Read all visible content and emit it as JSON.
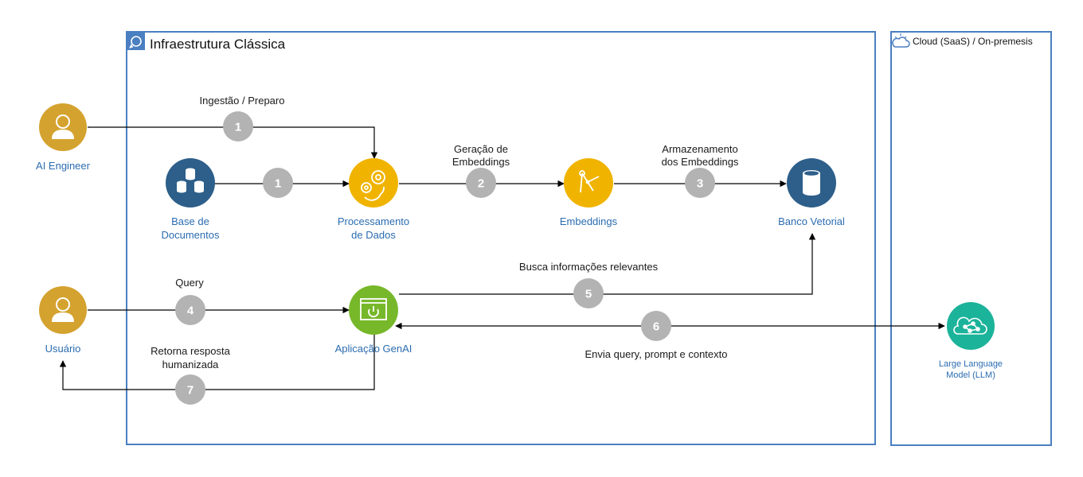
{
  "groups": {
    "classic": {
      "title": "Infraestrutura Clássica",
      "icon": "refresh-icon"
    },
    "cloud": {
      "title": "Cloud (SaaS) / On-premesis",
      "icon": "cloud-icon"
    }
  },
  "nodes": {
    "ai_engineer": {
      "label": "AI Engineer",
      "icon": "user-icon",
      "color": "#d4a22e"
    },
    "usuario": {
      "label": "Usuário",
      "icon": "user-icon",
      "color": "#d4a22e"
    },
    "base_documentos": {
      "line1": "Base de",
      "line2": "Documentos",
      "icon": "database-icon",
      "color": "#2d5f8a"
    },
    "processamento": {
      "line1": "Processamento",
      "line2": "de Dados",
      "icon": "gears-icon",
      "color": "#f0b400"
    },
    "embeddings": {
      "label": "Embeddings",
      "icon": "compass-icon",
      "color": "#f0b400"
    },
    "banco_vetorial": {
      "label": "Banco Vetorial",
      "icon": "database-icon",
      "color": "#2d5f8a"
    },
    "aplicacao": {
      "label": "Aplicação GenAI",
      "icon": "app-window-icon",
      "color": "#77b82a"
    },
    "llm": {
      "line1": "Large Language",
      "line2": "Model (LLM)",
      "icon": "neural-cloud-icon",
      "color": "#1bb39a"
    }
  },
  "edges": {
    "ingestao": {
      "label": "Ingestão / Preparo",
      "step": "1"
    },
    "docs_to_proc": {
      "step": "1"
    },
    "geracao": {
      "line1": "Geração de",
      "line2": "Embeddings",
      "step": "2"
    },
    "armazenamento": {
      "line1": "Armazenamento",
      "line2": "dos Embeddings",
      "step": "3"
    },
    "query": {
      "label": "Query",
      "step": "4"
    },
    "busca": {
      "label": "Busca informações relevantes",
      "step": "5"
    },
    "envia": {
      "label": "Envia query, prompt e contexto",
      "step": "6"
    },
    "retorna": {
      "line1": "Retorna resposta",
      "line2": "humanizada",
      "step": "7"
    }
  }
}
